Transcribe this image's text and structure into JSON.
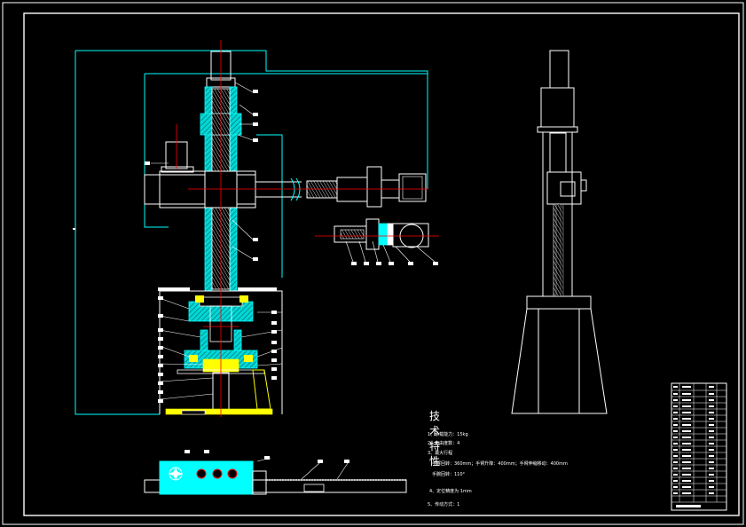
{
  "specs": {
    "title": "技术特性",
    "items": [
      "1、承载能力：15kg",
      "2、自由度数：4",
      "3、最大行程",
      "手臂回转：360mm；手臂升降：400mm；手臂伸缩移动：400mm",
      "手腕回转：110°",
      "4、定位精度为 1mm",
      "5、传动方式：1"
    ]
  },
  "colors": {
    "background": "#000000",
    "border": "#ffffff",
    "outline": "#00ffff",
    "hatch": "#00bfbf",
    "centerline": "#ff0000",
    "leader": "#ffffff",
    "accent": "#ffff00"
  }
}
